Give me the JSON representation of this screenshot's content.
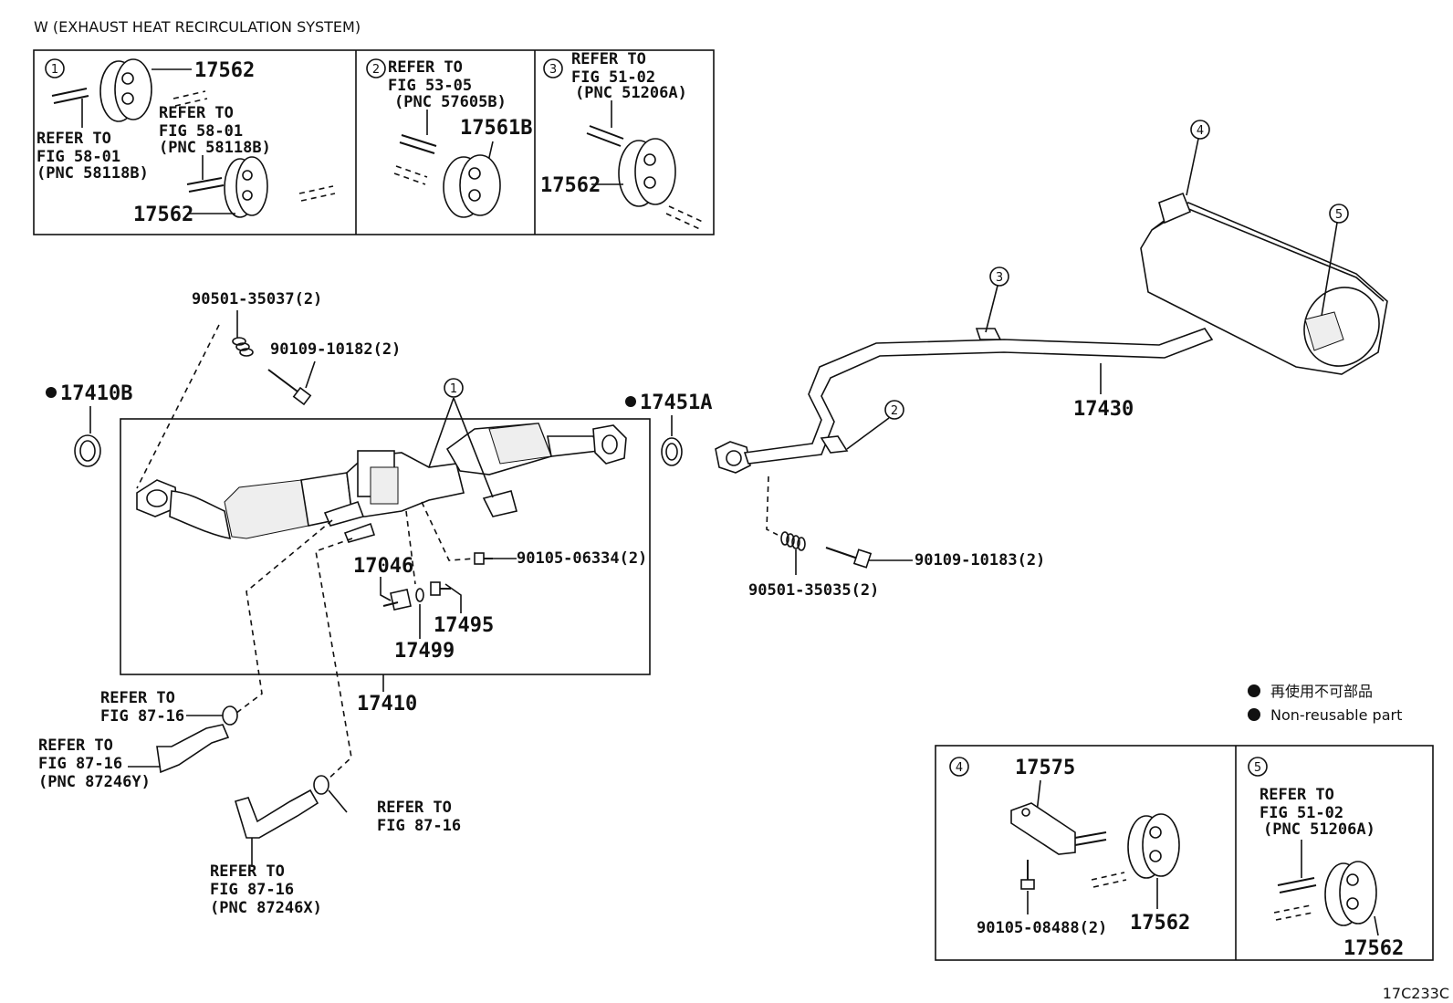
{
  "title": "W (EXHAUST HEAT RECIRCULATION SYSTEM)",
  "diagram_code": "17C233C",
  "legend": {
    "japanese": "再使用不可部品",
    "english": "Non-reusable part"
  },
  "callouts": [
    "1",
    "2",
    "3",
    "4",
    "5"
  ],
  "inset1": {
    "marker": "1",
    "part_top": "17562",
    "part_bottom": "17562",
    "ref_right": [
      "REFER TO",
      "FIG 58-01",
      "(PNC 58118B)"
    ],
    "ref_left": [
      "REFER TO",
      "FIG 58-01",
      "(PNC 58118B)"
    ]
  },
  "inset2": {
    "marker": "2",
    "ref": [
      "REFER TO",
      "FIG 53-05",
      "(PNC 57605B)"
    ],
    "part": "17561B"
  },
  "inset3": {
    "marker": "3",
    "ref": [
      "REFER TO",
      "FIG 51-02",
      "(PNC 51206A)"
    ],
    "part": "17562"
  },
  "inset4": {
    "marker": "4",
    "part_bracket": "17575",
    "part_hanger": "17562",
    "bolt": "90105-08488(2)"
  },
  "inset5": {
    "marker": "5",
    "ref": [
      "REFER TO",
      "FIG 51-02",
      "(PNC 51206A)"
    ],
    "part": "17562"
  },
  "main": {
    "spring_front": "90501-35037(2)",
    "bolt_front": "90109-10182(2)",
    "gasket_front": "17410B",
    "gasket_rear": "17451A",
    "bolt_center": "90105-06334(2)",
    "sensor": "17046",
    "plug": "17495",
    "washer": "17499",
    "converter": "17410",
    "tailpipe": "17430",
    "bolt_rear": "90109-10183(2)",
    "spring_rear": "90501-35035(2)",
    "hose_ref1": [
      "REFER TO",
      "FIG 87-16"
    ],
    "hose_ref2": [
      "REFER TO",
      "FIG 87-16",
      "(PNC 87246Y)"
    ],
    "hose_ref3": [
      "REFER TO",
      "FIG 87-16"
    ],
    "hose_ref4": [
      "REFER TO",
      "FIG 87-16",
      "(PNC 87246X)"
    ]
  }
}
